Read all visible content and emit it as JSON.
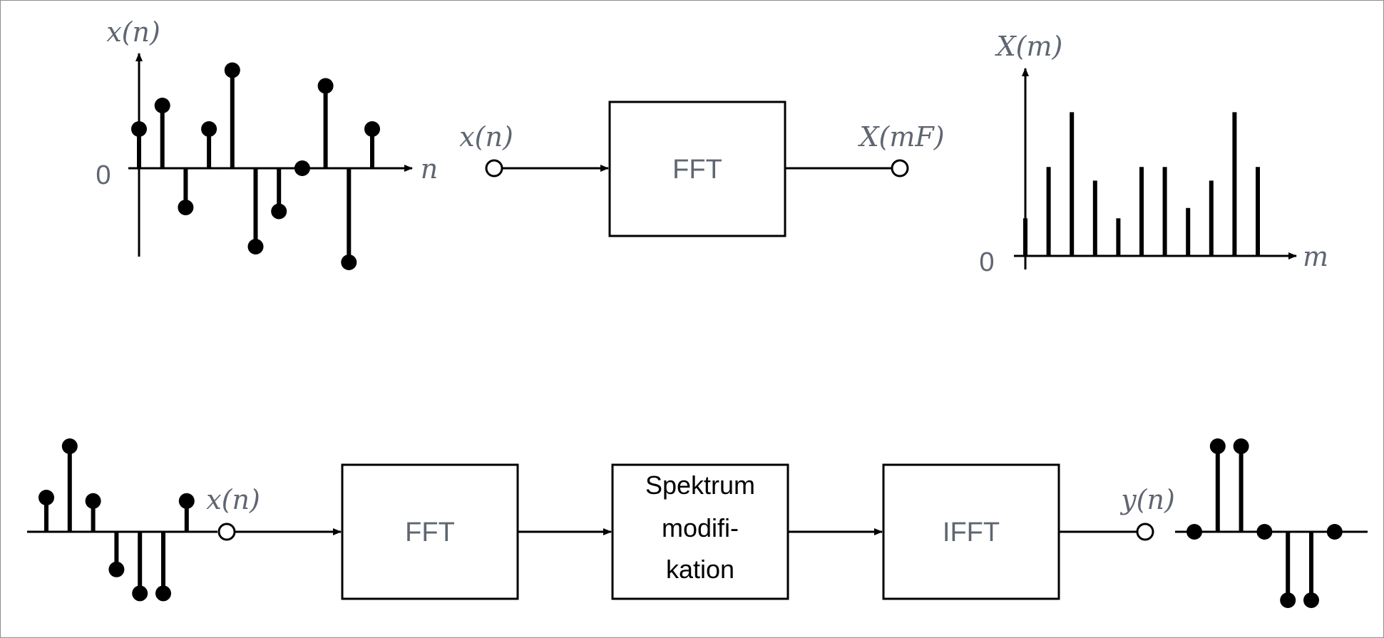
{
  "colors": {
    "ink": "#000000",
    "label": "#5f6672",
    "frame": "#8c8c8c",
    "background": "#ffffff"
  },
  "top": {
    "input_plot": {
      "y_label": "x(n)",
      "x_label": "n",
      "zero_label": "0",
      "values": [
        1,
        1.6,
        -1,
        1,
        2.5,
        -2,
        -1.1,
        0,
        2.1,
        -2.4,
        1
      ]
    },
    "input_node_label": "x(n)",
    "fft_block": "FFT",
    "output_node_label": "X(mF)",
    "spectrum_plot": {
      "y_label": "X(m)",
      "x_label": "m",
      "zero_label": "0",
      "values": [
        1.1,
        2.6,
        4.2,
        2.2,
        1.1,
        2.6,
        2.6,
        1.4,
        2.2,
        4.2,
        2.6
      ]
    }
  },
  "bottom": {
    "input_signal_values": [
      1,
      2.5,
      0.9,
      -1.1,
      -1.8,
      -1.8,
      0.9
    ],
    "input_node_label": "x(n)",
    "fft_block": "FFT",
    "modification_block": {
      "line1": "Spektrum",
      "line2": "modifi-",
      "line3": "kation"
    },
    "ifft_block": "IFFT",
    "output_node_label": "y(n)",
    "output_signal_values": [
      0,
      2.5,
      2.5,
      0,
      -2,
      -2,
      0
    ]
  }
}
